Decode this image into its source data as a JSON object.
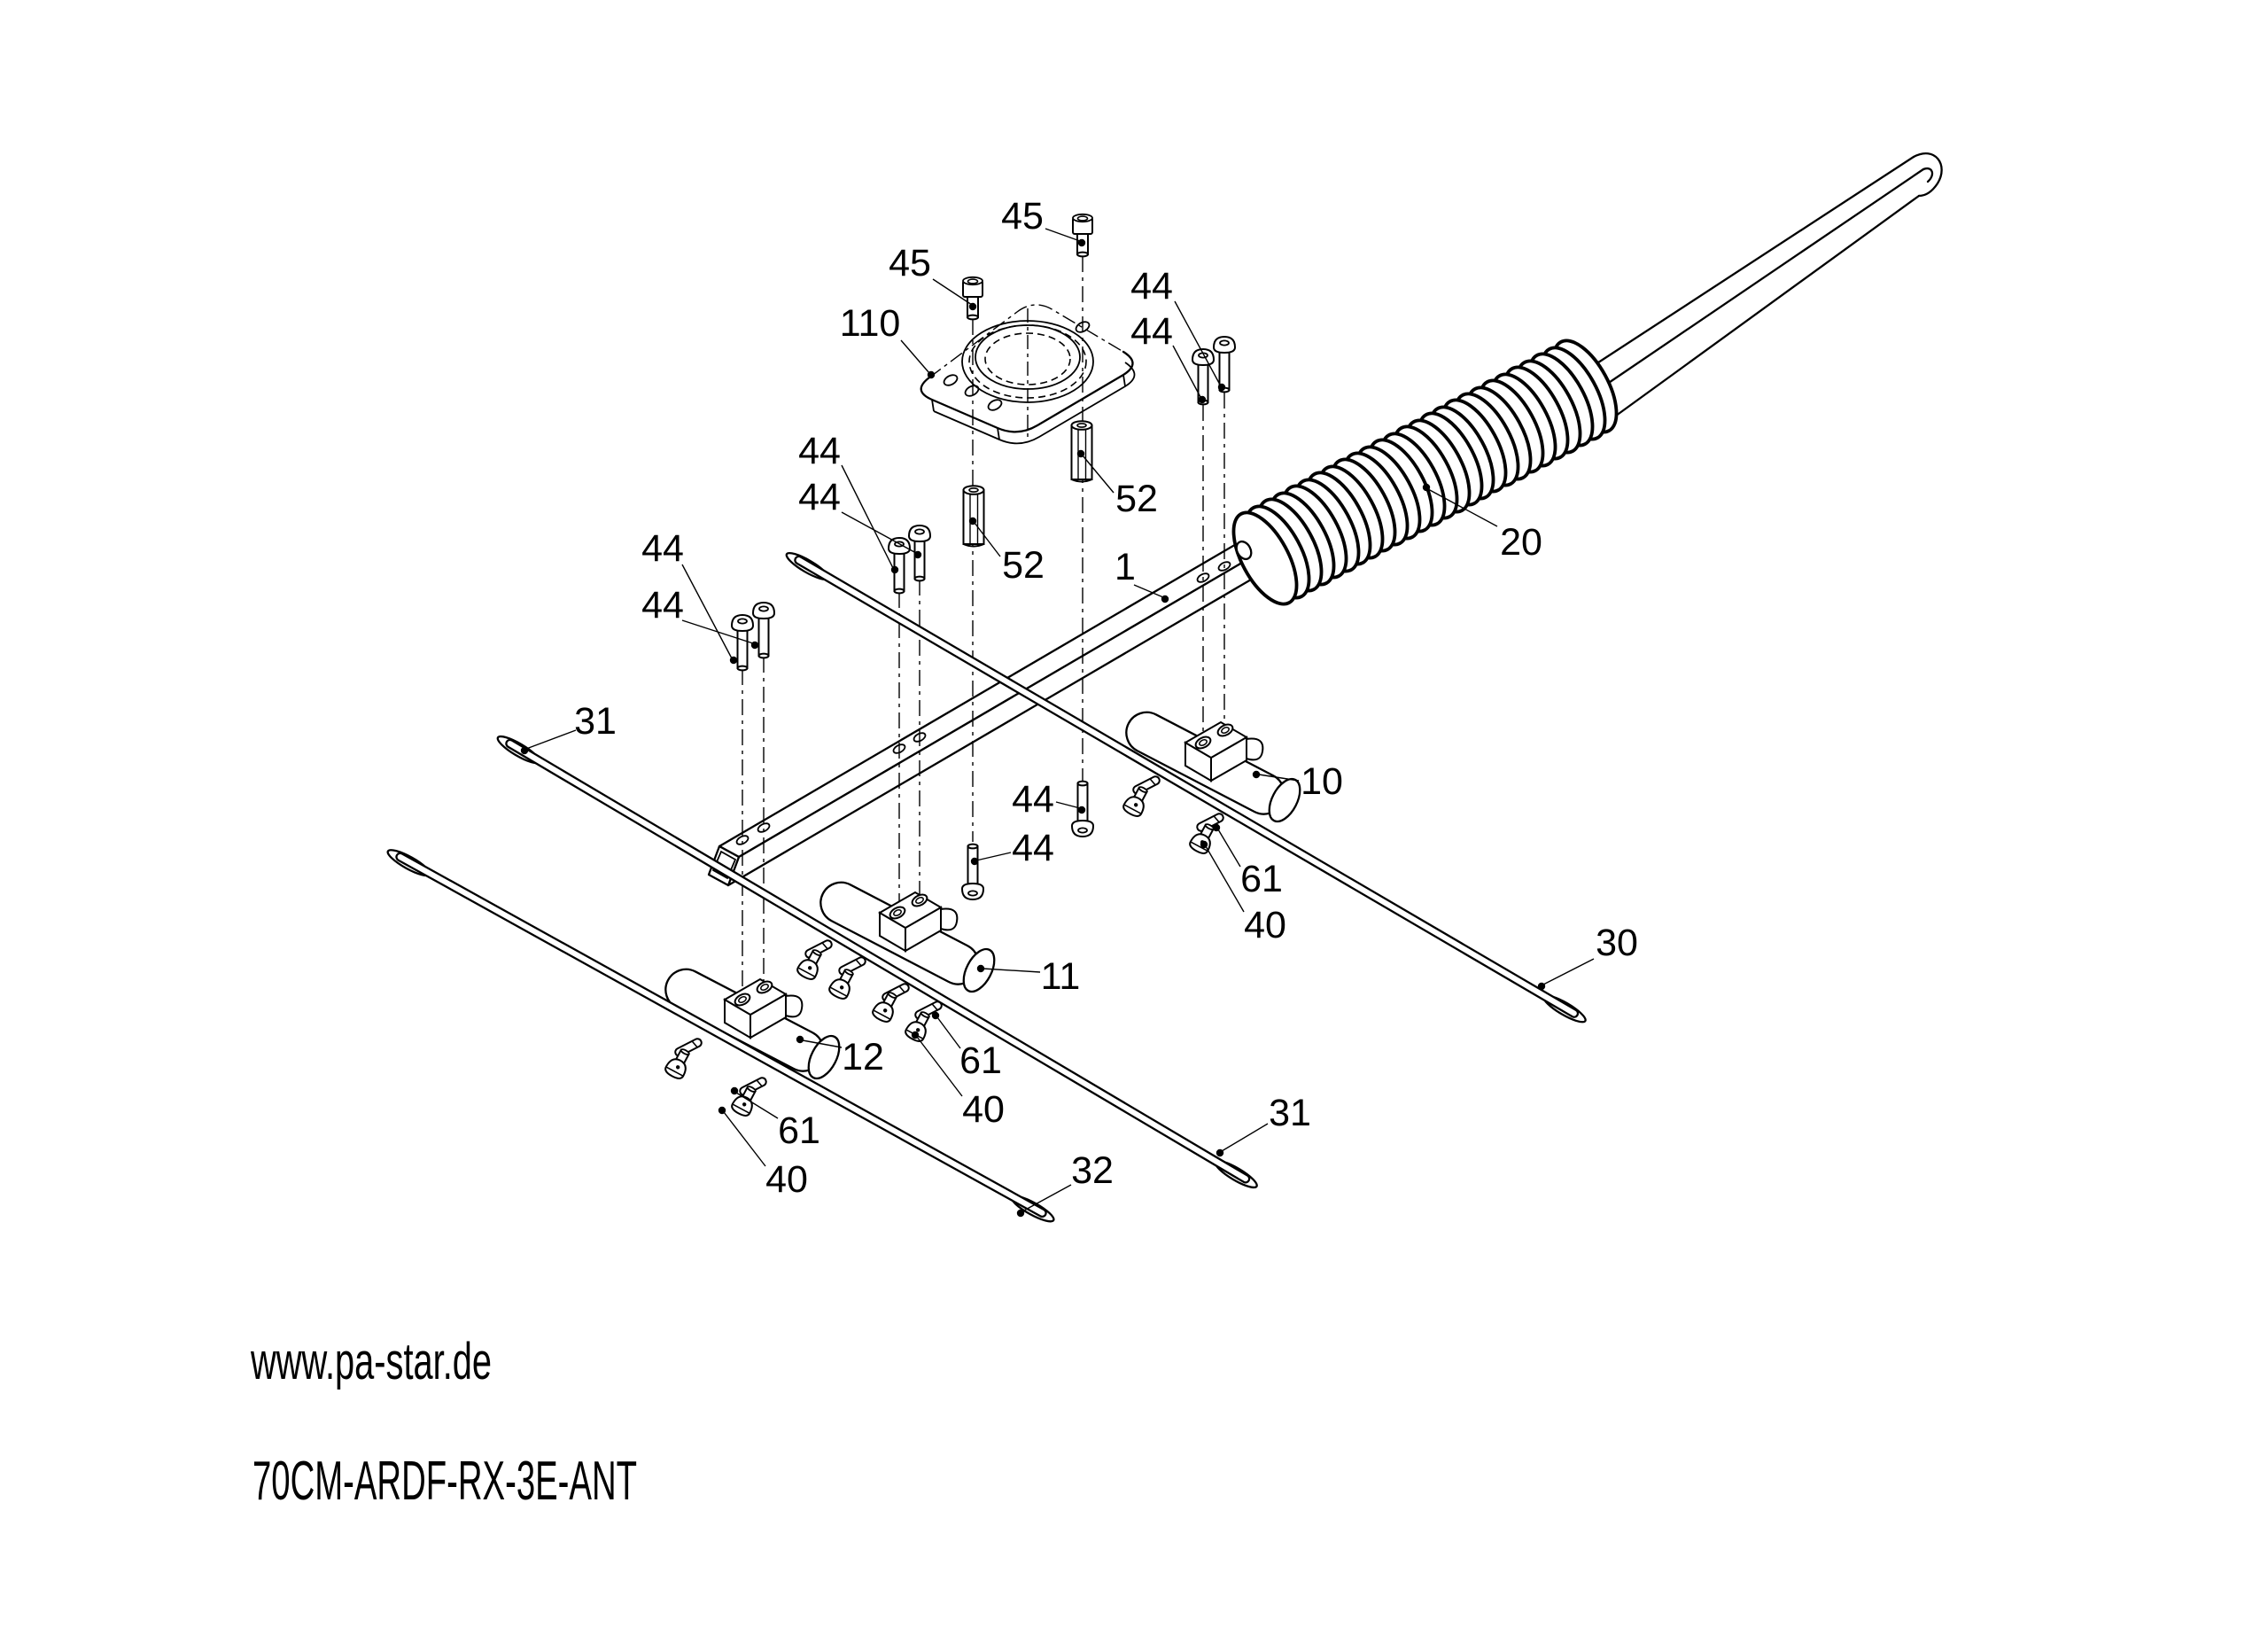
{
  "diagram": {
    "type": "exploded-parts-drawing",
    "line_color": "#000000",
    "background_color": "#ffffff"
  },
  "footer": {
    "website": "www.pa-star.de",
    "model": "70CM-ARDF-RX-3E-ANT"
  },
  "part_numbers_visible": [
    "1",
    "10",
    "11",
    "12",
    "20",
    "30",
    "31",
    "32",
    "40",
    "44",
    "45",
    "52",
    "61",
    "110"
  ],
  "callouts": [
    {
      "part": "45"
    },
    {
      "part": "45"
    },
    {
      "part": "110"
    },
    {
      "part": "44"
    },
    {
      "part": "44"
    },
    {
      "part": "52"
    },
    {
      "part": "52"
    },
    {
      "part": "1"
    },
    {
      "part": "20"
    },
    {
      "part": "44"
    },
    {
      "part": "44"
    },
    {
      "part": "44"
    },
    {
      "part": "44"
    },
    {
      "part": "31"
    },
    {
      "part": "44"
    },
    {
      "part": "44"
    },
    {
      "part": "10"
    },
    {
      "part": "61"
    },
    {
      "part": "40"
    },
    {
      "part": "30"
    },
    {
      "part": "11"
    },
    {
      "part": "61"
    },
    {
      "part": "40"
    },
    {
      "part": "12"
    },
    {
      "part": "61"
    },
    {
      "part": "40"
    },
    {
      "part": "31"
    },
    {
      "part": "32"
    }
  ]
}
